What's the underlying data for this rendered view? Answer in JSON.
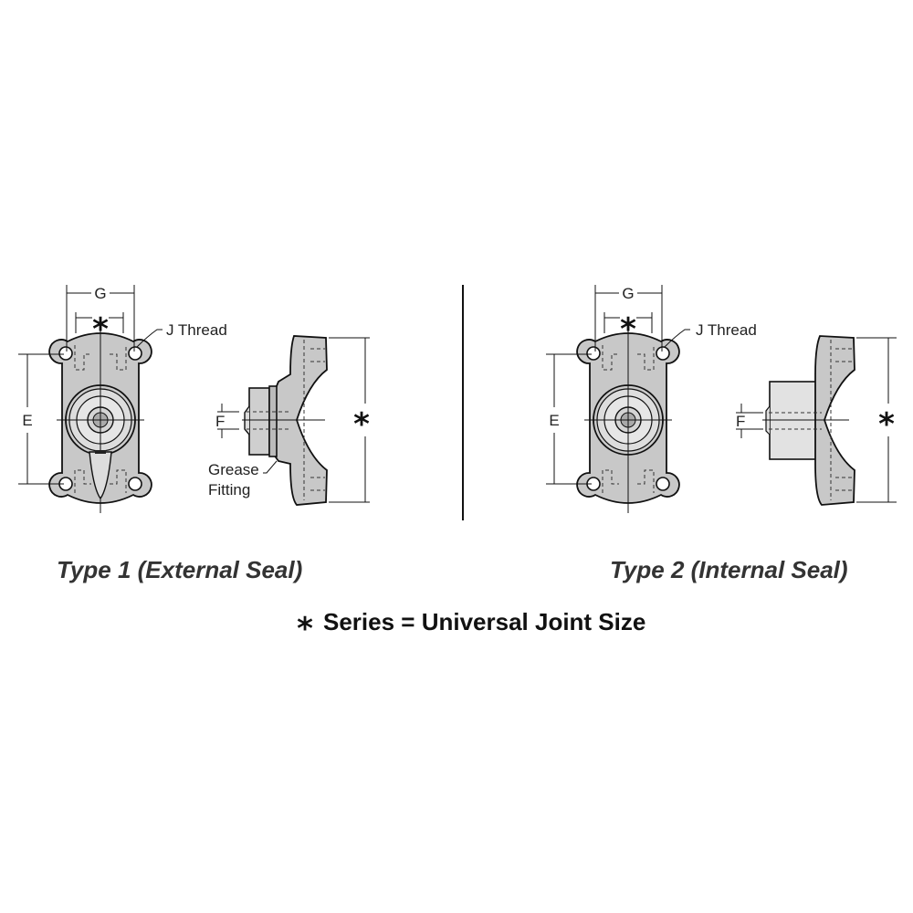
{
  "type1": {
    "title": "Type 1 (External Seal)",
    "dim_g": "G",
    "dim_e": "E",
    "dim_f": "F",
    "dim_series": "*",
    "thread_label": "J  Thread",
    "grease_label_1": "Grease",
    "grease_label_2": "Fitting"
  },
  "type2": {
    "title": "Type 2 (Internal Seal)",
    "dim_g": "G",
    "dim_e": "E",
    "dim_f": "F",
    "dim_series": "*",
    "thread_label": "J  Thread"
  },
  "legend": {
    "symbol": "*",
    "text": "Series = Universal Joint Size"
  }
}
